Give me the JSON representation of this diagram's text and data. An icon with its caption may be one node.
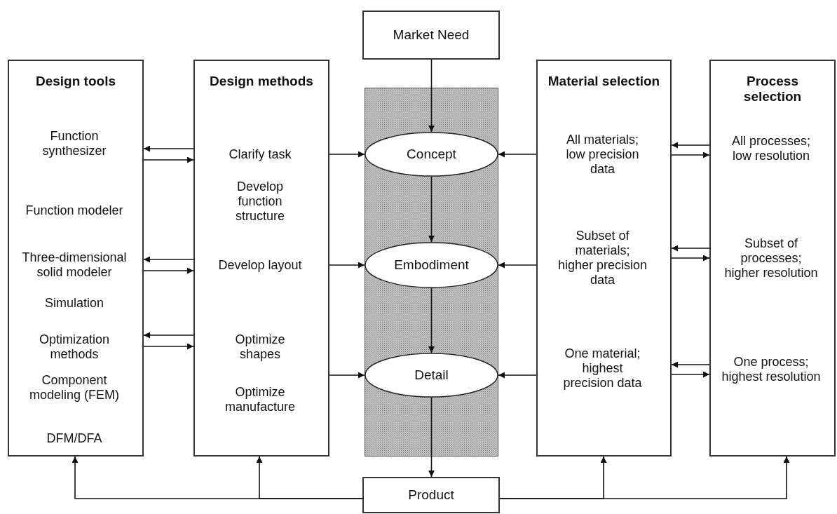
{
  "diagram": {
    "nodes": [
      {
        "text": [
          "Design tools"
        ]
      },
      {
        "text": [
          "Function synthesizer"
        ],
        "in": 0
      },
      {
        "text": [
          "Function modeler"
        ],
        "in": 0
      },
      {
        "text": [
          "Three-dimensional solid modeler"
        ],
        "in": 0
      },
      {
        "text": [
          "Simulation"
        ],
        "in": 0
      },
      {
        "text": [
          "Optimization methods"
        ],
        "in": 0
      },
      {
        "text": [
          "Component modeling (FEM)"
        ],
        "in": 0
      },
      {
        "text": [
          "DFM/DFA"
        ],
        "in": 0
      },
      {
        "text": [
          "Design methods"
        ]
      },
      {
        "text": [
          "Clarify task"
        ],
        "in": 8
      },
      {
        "text": [
          "Develop function structure"
        ],
        "in": 8
      },
      {
        "text": [
          "Develop layout"
        ],
        "in": 8
      },
      {
        "text": [
          "Optimize shapes"
        ],
        "in": 8
      },
      {
        "text": [
          "Optimize manufacture"
        ],
        "in": 8
      },
      {
        "text": [
          "Market Need"
        ]
      },
      {
        "text": [],
        "shape": "box"
      },
      {
        "text": [
          "Concept"
        ],
        "in": 15
      },
      {
        "text": [
          "Embodiment"
        ],
        "in": 15
      },
      {
        "text": [
          "Detail"
        ],
        "in": 15
      },
      {
        "text": [
          "Material selection"
        ]
      },
      {
        "text": [
          "All materials; low precision data"
        ],
        "in": 19
      },
      {
        "text": [
          "Subset of materials; higher precision data"
        ],
        "in": 19
      },
      {
        "text": [
          "One material; highest precision data"
        ],
        "in": 19
      },
      {
        "text": [
          "Process selection"
        ]
      },
      {
        "text": [
          "All processes; low resolution"
        ],
        "in": 23
      },
      {
        "text": [
          "Subset of processes; higher resolution"
        ],
        "in": 23
      },
      {
        "text": [
          "One process; highest resolution"
        ],
        "in": 23
      },
      {
        "text": [
          "Product"
        ]
      }
    ],
    "edges": [
      {
        "from": 8,
        "to": 0,
        "arrow": "to"
      },
      {
        "from": 0,
        "to": 8,
        "arrow": "to"
      },
      {
        "from": 8,
        "to": 0,
        "arrow": "to"
      },
      {
        "from": 0,
        "to": 8,
        "arrow": "to"
      },
      {
        "from": 8,
        "to": 0,
        "arrow": "to"
      },
      {
        "from": 0,
        "to": 8,
        "arrow": "to"
      },
      {
        "from": 8,
        "to": 16,
        "arrow": "to"
      },
      {
        "from": 8,
        "to": 17,
        "arrow": "to"
      },
      {
        "from": 8,
        "to": 18,
        "arrow": "to"
      },
      {
        "from": 19,
        "to": 16,
        "arrow": "to"
      },
      {
        "from": 19,
        "to": 17,
        "arrow": "to"
      },
      {
        "from": 19,
        "to": 18,
        "arrow": "to"
      },
      {
        "from": 23,
        "to": 19,
        "arrow": "to"
      },
      {
        "from": 19,
        "to": 23,
        "arrow": "to"
      },
      {
        "from": 23,
        "to": 19,
        "arrow": "to"
      },
      {
        "from": 19,
        "to": 23,
        "arrow": "to"
      },
      {
        "from": 23,
        "to": 19,
        "arrow": "to"
      },
      {
        "from": 19,
        "to": 23,
        "arrow": "to"
      },
      {
        "from": 14,
        "to": 16,
        "arrow": "to"
      },
      {
        "from": 16,
        "to": 17,
        "arrow": "to"
      },
      {
        "from": 17,
        "to": 18,
        "arrow": "to"
      },
      {
        "from": 18,
        "to": 27,
        "arrow": "to"
      },
      {
        "from": 27,
        "to": 0,
        "arrow": "to"
      },
      {
        "from": 27,
        "to": 8,
        "arrow": "to"
      },
      {
        "from": 27,
        "to": 19,
        "arrow": "to"
      },
      {
        "from": 27,
        "to": 23,
        "arrow": "to"
      }
    ]
  }
}
